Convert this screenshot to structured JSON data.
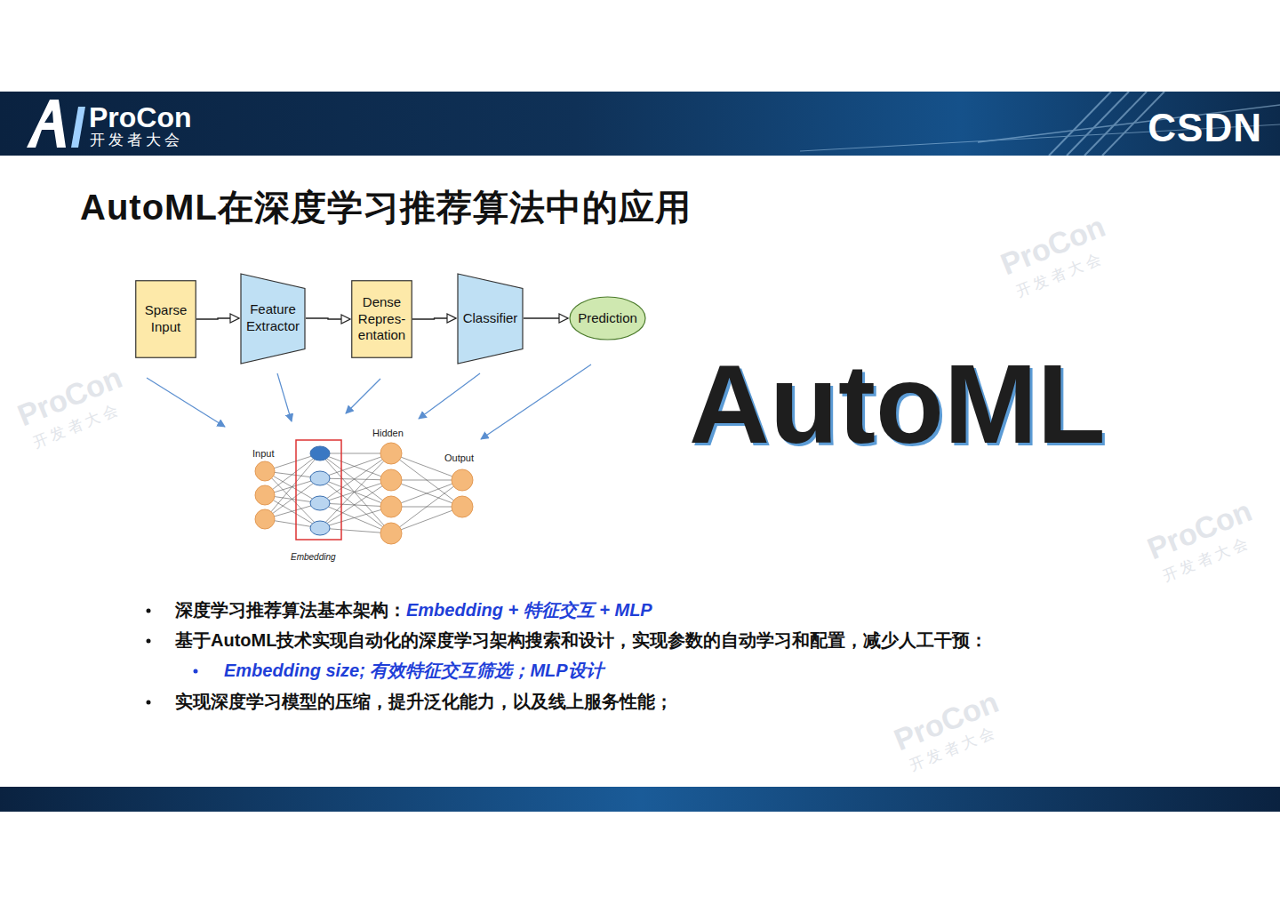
{
  "diagram": {
    "title": "AutoML在深度学习推荐算法中的应用",
    "nodes": [
      {
        "text": [
          "Sparse Input"
        ]
      },
      {
        "text": [
          "Feature Extractor"
        ]
      },
      {
        "text": [
          "Dense Repres- entation"
        ]
      },
      {
        "text": [
          "Classifier"
        ]
      },
      {
        "text": [
          "Prediction"
        ]
      }
    ],
    "edges": [
      {
        "from": 0,
        "to": 1,
        "arrow": "to"
      },
      {
        "from": 1,
        "to": 2,
        "arrow": "to"
      },
      {
        "from": 2,
        "to": 3,
        "arrow": "to"
      },
      {
        "from": 3,
        "to": 4,
        "arrow": "to"
      }
    ],
    "labels": [
      "ProCon",
      "开发者大会",
      "CSDN",
      "Input",
      "Hidden",
      "Output",
      "Embedding",
      "AutoML",
      "深度学习推荐算法基本架构：",
      "Embedding + 特征交互 + MLP",
      "基于AutoML技术实现自动化的深度学习架构搜索和设计，实现参数的自动学习和配置，减少人工干预：",
      "Embedding size;  有效特征交互筛选；MLP设计",
      "实现深度学习模型的压缩，提升泛化能力，以及线上服务性能；",
      "ProCon",
      "开发者大会",
      "ProCon",
      "开发者大会",
      "ProCon",
      "开发者大会",
      "ProCon",
      "开发者大会"
    ]
  }
}
